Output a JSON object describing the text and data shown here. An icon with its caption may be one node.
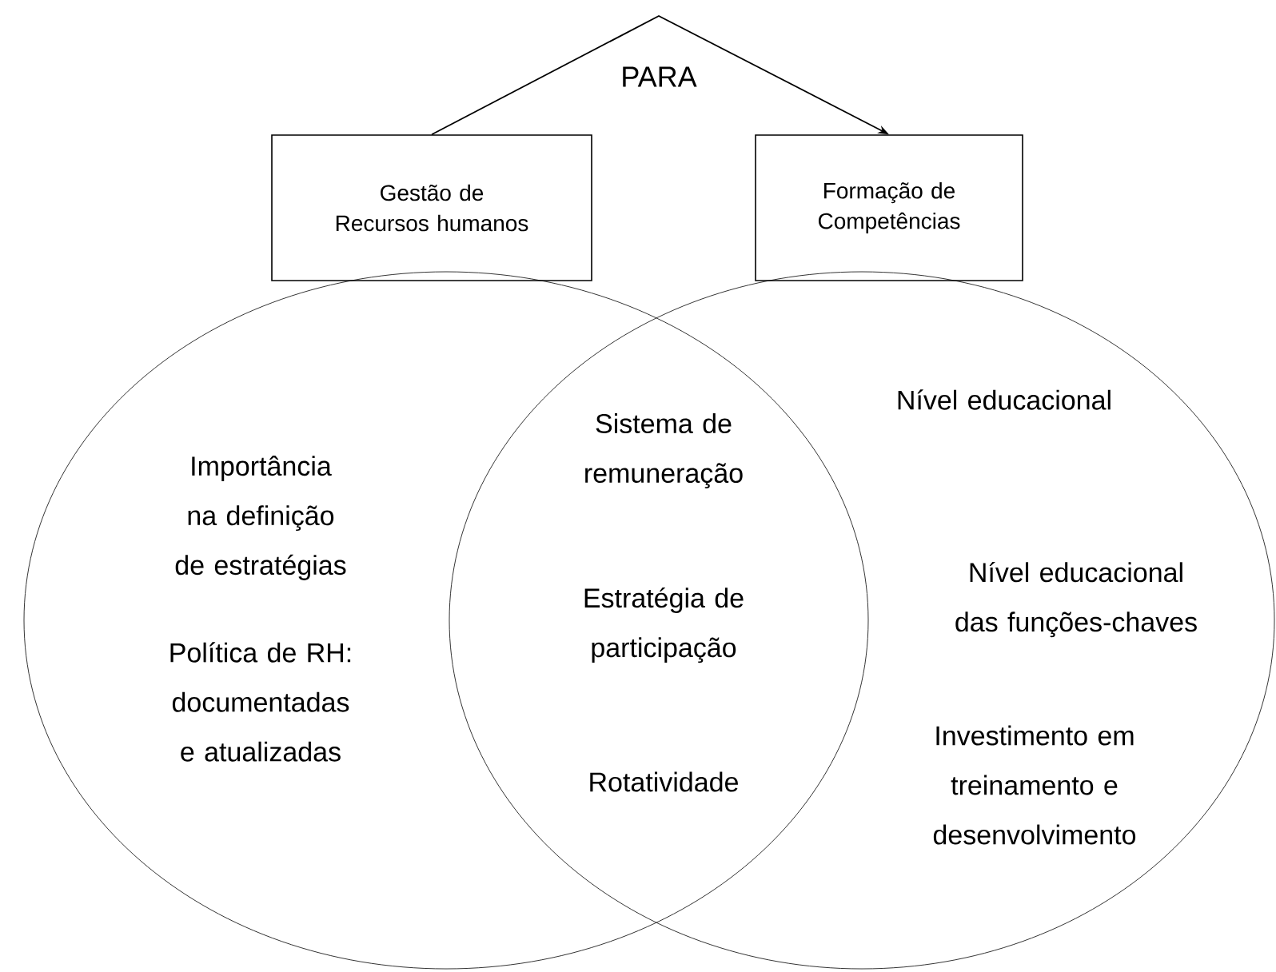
{
  "diagram": {
    "nodes": [
      {
        "text": [
          "Gestão de Recursos humanos"
        ]
      },
      {
        "text": [
          "Formação de Competências"
        ]
      },
      {
        "text": [
          "Importância na definição de estratégias",
          "Política de RH: documentadas e atualizadas"
        ]
      },
      {
        "text": [
          "Nível educacional",
          "Nível educacional das funções-chaves",
          "Investimento em treinamento e desenvolvimento"
        ]
      }
    ],
    "edges": [
      {
        "from": 0,
        "to": 1,
        "arrow": "to",
        "label": "PARA"
      }
    ],
    "labels": [
      "Sistema de remuneração",
      "Estratégia de participação",
      "Rotatividade"
    ]
  }
}
